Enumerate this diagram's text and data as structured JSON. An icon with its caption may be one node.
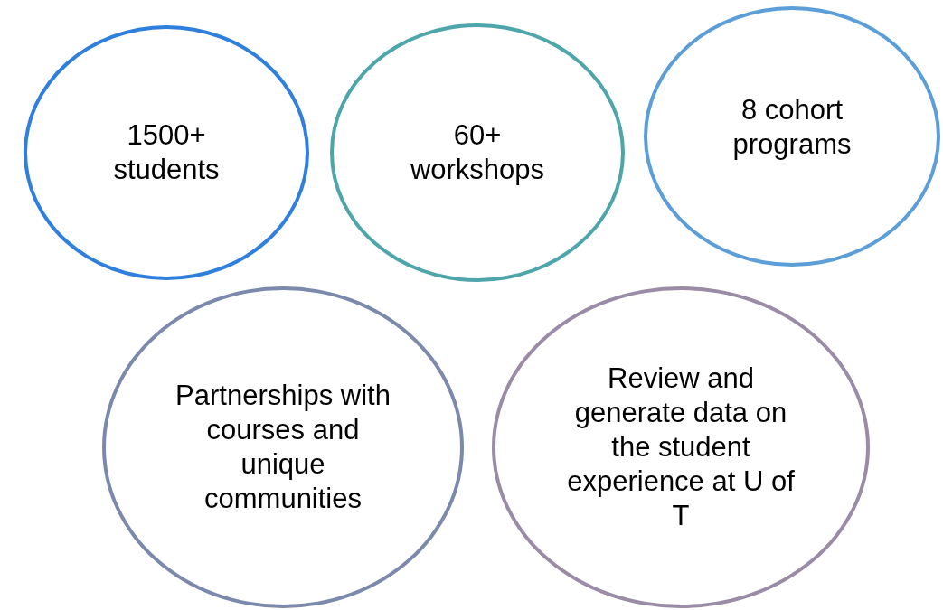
{
  "diagram": {
    "nodes": [
      {
        "text": [
          "1500+ students"
        ]
      },
      {
        "text": [
          "60+ workshops"
        ]
      },
      {
        "text": [
          "8 cohort programs"
        ]
      },
      {
        "text": [
          "Partnerships with courses and unique communities"
        ]
      },
      {
        "text": [
          "Review and generate data on the student experience at U of T"
        ]
      }
    ]
  }
}
